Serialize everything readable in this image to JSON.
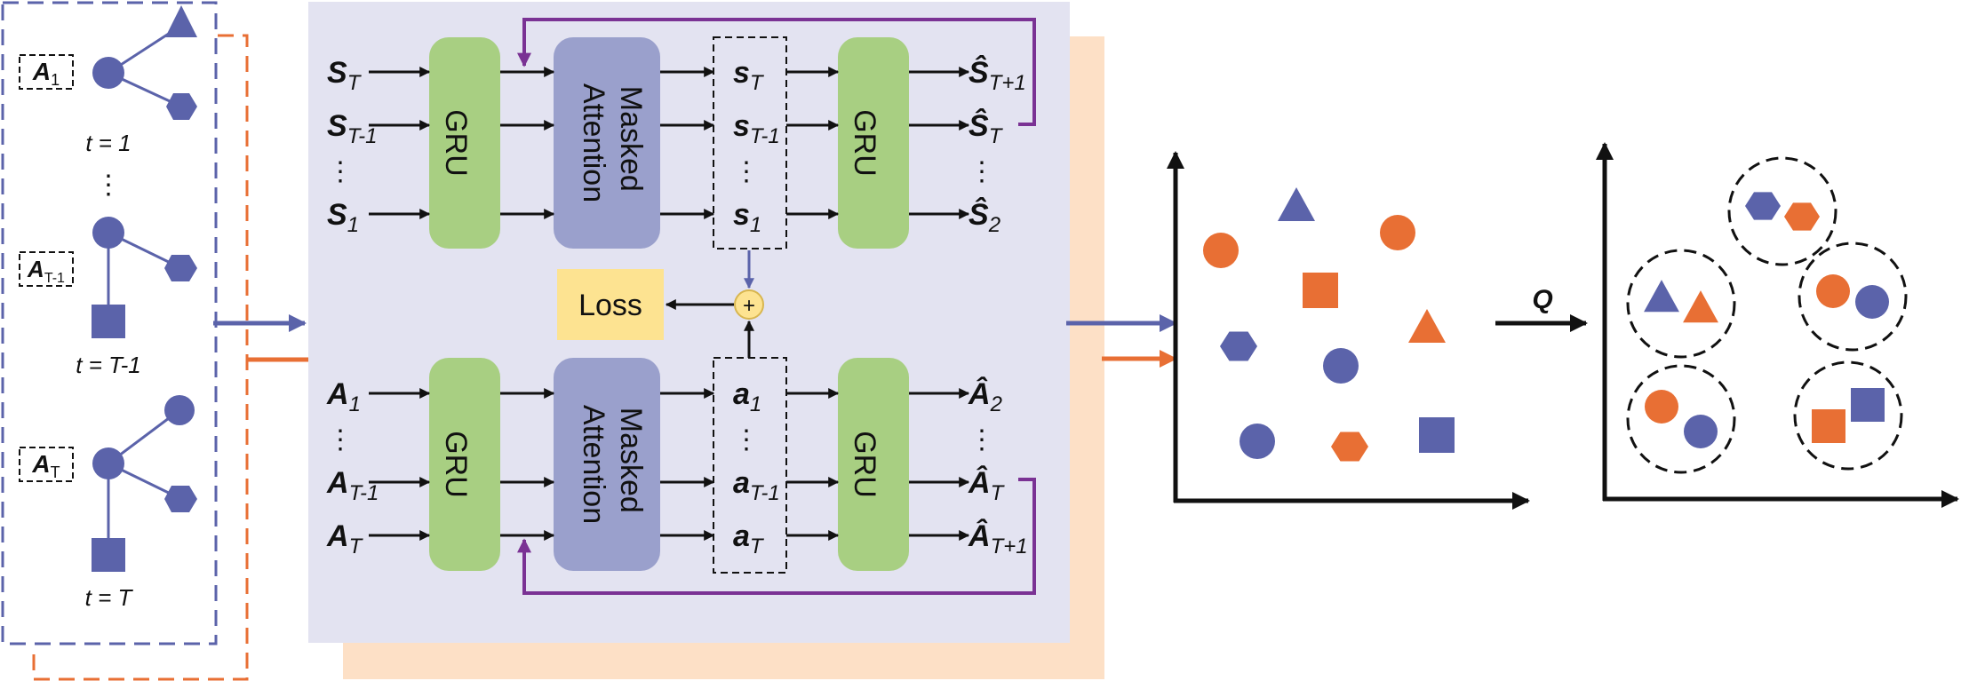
{
  "colors": {
    "blue": "#5b63aa",
    "orange": "#e86f34",
    "green": "#a8cf82",
    "attention": "#9aa0cc",
    "panel": "#e3e3f1",
    "panel_back": "#fde0c6",
    "loss": "#fde391",
    "purple": "#7a3294"
  },
  "graphs": {
    "g1": {
      "label": "A",
      "sub": "1",
      "caption": "t = 1"
    },
    "ellipsis": "⋮",
    "g2": {
      "label": "A",
      "sub": "T-1",
      "caption": "t = T-1"
    },
    "g3": {
      "label": "A",
      "sub": "T",
      "caption": "t = T"
    }
  },
  "top": {
    "inputs": [
      {
        "base": "S",
        "sub": "T"
      },
      {
        "base": "S",
        "sub": "T-1"
      },
      {
        "base": "⋮",
        "sub": ""
      },
      {
        "base": "S",
        "sub": "1"
      }
    ],
    "gru_label": "GRU",
    "attn_line1": "Masked",
    "attn_line2": "Attention",
    "mid": [
      {
        "base": "s",
        "sub": "T"
      },
      {
        "base": "s",
        "sub": "T-1"
      },
      {
        "base": "⋮",
        "sub": ""
      },
      {
        "base": "s",
        "sub": "1"
      }
    ],
    "gru2_label": "GRU",
    "outputs": [
      {
        "base": "Ŝ",
        "sub": "T+1"
      },
      {
        "base": "Ŝ",
        "sub": "T"
      },
      {
        "base": "⋮",
        "sub": ""
      },
      {
        "base": "Ŝ",
        "sub": "2"
      }
    ]
  },
  "bottom": {
    "inputs": [
      {
        "base": "A",
        "sub": "1"
      },
      {
        "base": "⋮",
        "sub": ""
      },
      {
        "base": "A",
        "sub": "T-1"
      },
      {
        "base": "A",
        "sub": "T"
      }
    ],
    "gru_label": "GRU",
    "attn_line1": "Masked",
    "attn_line2": "Attention",
    "mid": [
      {
        "base": "a",
        "sub": "1"
      },
      {
        "base": "⋮",
        "sub": ""
      },
      {
        "base": "a",
        "sub": "T-1"
      },
      {
        "base": "a",
        "sub": "T"
      }
    ],
    "gru2_label": "GRU",
    "outputs": [
      {
        "base": "Â",
        "sub": "2"
      },
      {
        "base": "⋮",
        "sub": ""
      },
      {
        "base": "Â",
        "sub": "T"
      },
      {
        "base": "Â",
        "sub": "T+1"
      }
    ]
  },
  "loss_label": "Loss",
  "plus_label": "+",
  "q_label": "Q",
  "scatter_before": [
    {
      "shape": "triangle",
      "color": "blue"
    },
    {
      "shape": "circle",
      "color": "orange"
    },
    {
      "shape": "circle",
      "color": "orange"
    },
    {
      "shape": "square",
      "color": "orange"
    },
    {
      "shape": "hexagon",
      "color": "blue"
    },
    {
      "shape": "triangle",
      "color": "orange"
    },
    {
      "shape": "circle",
      "color": "blue"
    },
    {
      "shape": "circle",
      "color": "blue"
    },
    {
      "shape": "hexagon",
      "color": "orange"
    },
    {
      "shape": "square",
      "color": "blue"
    }
  ],
  "clusters_after": [
    {
      "items": [
        {
          "shape": "hexagon",
          "color": "blue"
        },
        {
          "shape": "hexagon",
          "color": "orange"
        }
      ]
    },
    {
      "items": [
        {
          "shape": "triangle",
          "color": "blue"
        },
        {
          "shape": "triangle",
          "color": "orange"
        }
      ]
    },
    {
      "items": [
        {
          "shape": "circle",
          "color": "orange"
        },
        {
          "shape": "circle",
          "color": "blue"
        }
      ]
    },
    {
      "items": [
        {
          "shape": "circle",
          "color": "orange"
        },
        {
          "shape": "circle",
          "color": "blue"
        }
      ]
    },
    {
      "items": [
        {
          "shape": "square",
          "color": "orange"
        },
        {
          "shape": "square",
          "color": "blue"
        }
      ]
    }
  ]
}
